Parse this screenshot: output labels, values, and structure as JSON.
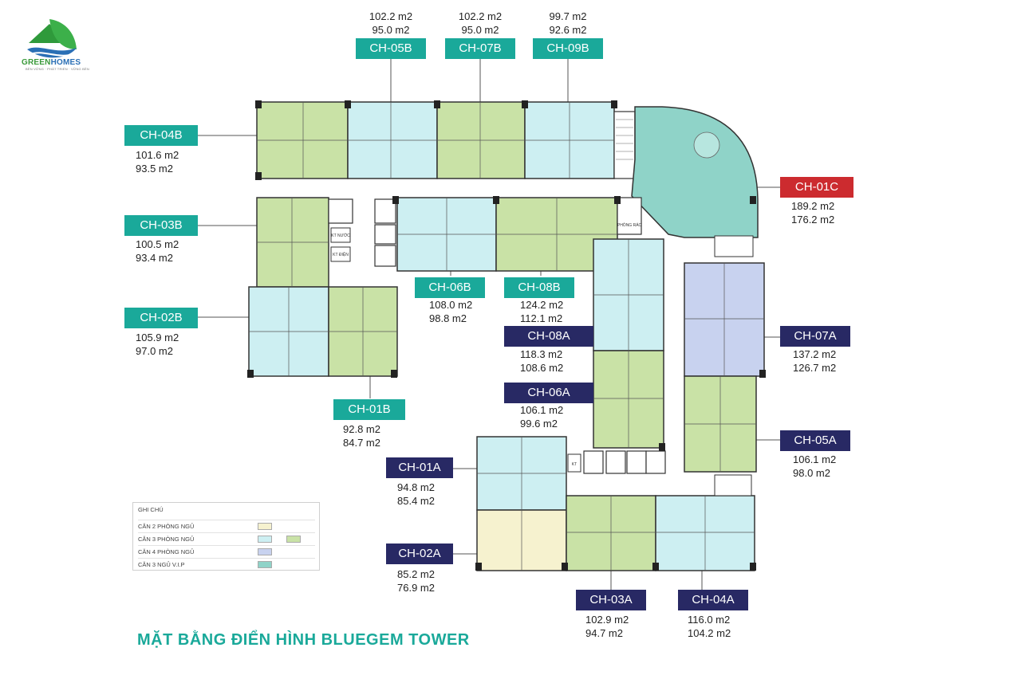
{
  "logo": {
    "brand_green": "GREEN",
    "brand_blue": "HOMES",
    "tagline": "BỀN VỮNG · PHÁT TRIỂN · VỮNG BỀN"
  },
  "title": "MẶT BẰNG ĐIỂN HÌNH BLUEGEM TOWER",
  "colors": {
    "teal_label": "#1aa99a",
    "navy_label": "#282964",
    "red_label": "#cc2b2f",
    "room_green": "#c9e2a6",
    "room_blue": "#cdeff2",
    "room_yellow": "#f6f2cf",
    "room_purple": "#c8d2ef",
    "room_vip": "#8fd3c8"
  },
  "units": [
    {
      "code": "CH-05B",
      "area1": "102.2 m2",
      "area2": "95.0 m2"
    },
    {
      "code": "CH-07B",
      "area1": "102.2 m2",
      "area2": "95.0 m2"
    },
    {
      "code": "CH-09B",
      "area1": "99.7 m2",
      "area2": "92.6 m2"
    },
    {
      "code": "CH-04B",
      "area1": "101.6 m2",
      "area2": "93.5 m2"
    },
    {
      "code": "CH-01C",
      "area1": "189.2 m2",
      "area2": "176.2 m2"
    },
    {
      "code": "CH-03B",
      "area1": "100.5 m2",
      "area2": "93.4 m2"
    },
    {
      "code": "CH-06B",
      "area1": "108.0 m2",
      "area2": "98.8 m2"
    },
    {
      "code": "CH-08B",
      "area1": "124.2 m2",
      "area2": "112.1 m2"
    },
    {
      "code": "CH-02B",
      "area1": "105.9 m2",
      "area2": "97.0 m2"
    },
    {
      "code": "CH-08A",
      "area1": "118.3 m2",
      "area2": "108.6 m2"
    },
    {
      "code": "CH-07A",
      "area1": "137.2 m2",
      "area2": "126.7 m2"
    },
    {
      "code": "CH-06A",
      "area1": "106.1 m2",
      "area2": "99.6 m2"
    },
    {
      "code": "CH-01B",
      "area1": "92.8 m2",
      "area2": "84.7 m2"
    },
    {
      "code": "CH-05A",
      "area1": "106.1 m2",
      "area2": "98.0 m2"
    },
    {
      "code": "CH-01A",
      "area1": "94.8 m2",
      "area2": "85.4 m2"
    },
    {
      "code": "CH-02A",
      "area1": "85.2 m2",
      "area2": "76.9 m2"
    },
    {
      "code": "CH-03A",
      "area1": "102.9 m2",
      "area2": "94.7 m2"
    },
    {
      "code": "CH-04A",
      "area1": "116.0 m2",
      "area2": "104.2 m2"
    }
  ],
  "room_labels": {
    "kt_nuoc": "KT NƯỚC",
    "kt_dien": "KT ĐIỆN",
    "phong_rac": "PHÒNG RÁC",
    "kt": "KT"
  },
  "legend": {
    "title": "GHI CHÚ",
    "rows": [
      {
        "label": "CĂN 2 PHÒNG NGỦ",
        "swatches": [
          "#f6f2cf"
        ]
      },
      {
        "label": "CĂN 3 PHÒNG NGỦ",
        "swatches": [
          "#cdeff2",
          "#c9e2a6"
        ]
      },
      {
        "label": "CĂN 4 PHÒNG NGỦ",
        "swatches": [
          "#c8d2ef"
        ]
      },
      {
        "label": "CĂN 3 NGỦ V.I.P",
        "swatches": [
          "#8fd3c8"
        ]
      }
    ]
  }
}
